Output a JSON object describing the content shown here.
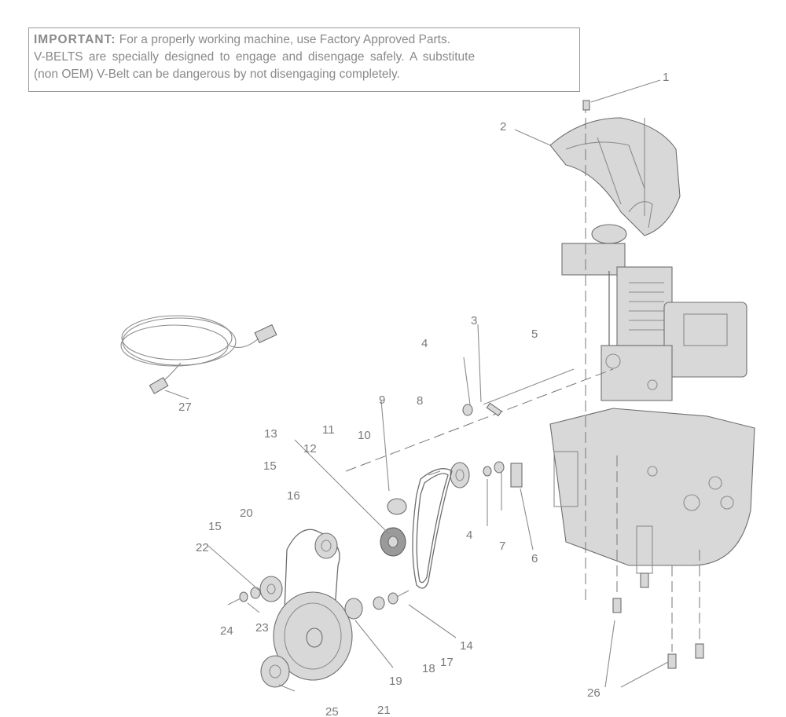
{
  "notice": {
    "lead": "IMPORTANT:",
    "line1_rest": " For a properly  working machine, use Factory Approved Parts.",
    "line2": "V-BELTS are specially designed to engage and disengage safely.  A substitute",
    "line3": "(non OEM) V-Belt can be dangerous by not disengaging completely."
  },
  "callouts": [
    {
      "id": "c1",
      "label": "1"
    },
    {
      "id": "c2",
      "label": "2"
    },
    {
      "id": "c3",
      "label": "3"
    },
    {
      "id": "c4a",
      "label": "4"
    },
    {
      "id": "c5",
      "label": "5"
    },
    {
      "id": "c4b",
      "label": "4"
    },
    {
      "id": "c6",
      "label": "6"
    },
    {
      "id": "c7",
      "label": "7"
    },
    {
      "id": "c8",
      "label": "8"
    },
    {
      "id": "c9",
      "label": "9"
    },
    {
      "id": "c10",
      "label": "10"
    },
    {
      "id": "c11",
      "label": "11"
    },
    {
      "id": "c12",
      "label": "12"
    },
    {
      "id": "c13",
      "label": "13"
    },
    {
      "id": "c14",
      "label": "14"
    },
    {
      "id": "c15a",
      "label": "15"
    },
    {
      "id": "c15b",
      "label": "15"
    },
    {
      "id": "c16",
      "label": "16"
    },
    {
      "id": "c17",
      "label": "17"
    },
    {
      "id": "c18",
      "label": "18"
    },
    {
      "id": "c19",
      "label": "19"
    },
    {
      "id": "c20",
      "label": "20"
    },
    {
      "id": "c21",
      "label": "21"
    },
    {
      "id": "c22",
      "label": "22"
    },
    {
      "id": "c23",
      "label": "23"
    },
    {
      "id": "c24",
      "label": "24"
    },
    {
      "id": "c25",
      "label": "25"
    },
    {
      "id": "c26",
      "label": "26"
    },
    {
      "id": "c27",
      "label": "27"
    }
  ]
}
